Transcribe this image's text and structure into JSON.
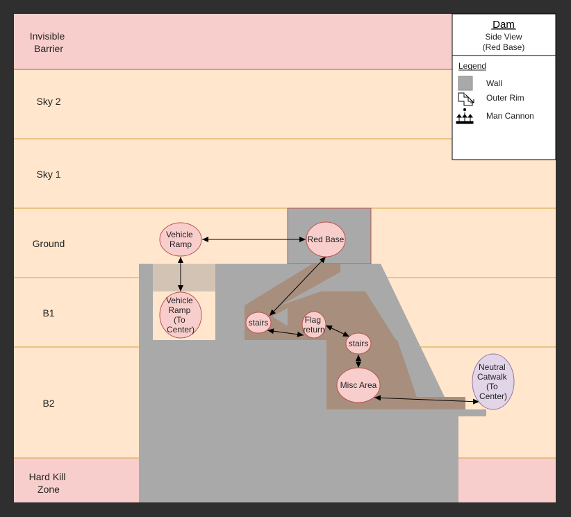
{
  "bands": [
    {
      "id": "invisible-barrier",
      "label_lines": [
        "Invisible",
        "Barrier"
      ],
      "color": "#f8cecc"
    },
    {
      "id": "sky-2",
      "label_lines": [
        "Sky 2"
      ],
      "color": "#ffe6cc"
    },
    {
      "id": "sky-1",
      "label_lines": [
        "Sky 1"
      ],
      "color": "#ffe6cc"
    },
    {
      "id": "ground",
      "label_lines": [
        "Ground"
      ],
      "color": "#ffe6cc"
    },
    {
      "id": "b1",
      "label_lines": [
        "B1"
      ],
      "color": "#ffe6cc"
    },
    {
      "id": "b2",
      "label_lines": [
        "B2"
      ],
      "color": "#ffe6cc"
    },
    {
      "id": "hard-kill-zone",
      "label_lines": [
        "Hard Kill",
        "Zone"
      ],
      "color": "#f8cecc"
    }
  ],
  "title_box": {
    "title": "Dam",
    "subtitle": "Side View",
    "team": "(Red Base)"
  },
  "legend": {
    "heading": "Legend",
    "items": [
      {
        "label": "Wall",
        "icon": "wall-swatch-icon"
      },
      {
        "label": "Outer Rim",
        "icon": "outer-rim-stairs-icon"
      },
      {
        "label": "Man Cannon",
        "icon": "man-cannon-icon"
      }
    ]
  },
  "nodes": [
    {
      "id": "vehicle-ramp",
      "label_lines": [
        "Vehicle",
        "Ramp"
      ],
      "type": "red"
    },
    {
      "id": "red-base",
      "label_lines": [
        "Red Base"
      ],
      "type": "red"
    },
    {
      "id": "vehicle-ramp-center",
      "label_lines": [
        "Vehicle",
        "Ramp",
        "(To",
        "Center)"
      ],
      "type": "red"
    },
    {
      "id": "stairs-left",
      "label_lines": [
        "stairs"
      ],
      "type": "red"
    },
    {
      "id": "flag-return",
      "label_lines": [
        "Flag",
        "return"
      ],
      "type": "red"
    },
    {
      "id": "stairs-right",
      "label_lines": [
        "stairs"
      ],
      "type": "red"
    },
    {
      "id": "misc-area",
      "label_lines": [
        "Misc Area"
      ],
      "type": "red"
    },
    {
      "id": "neutral-catwalk",
      "label_lines": [
        "Neutral",
        "Catwalk",
        "(To",
        "Center)"
      ],
      "type": "neutral"
    }
  ],
  "edges": [
    {
      "from": "vehicle-ramp",
      "to": "red-base",
      "bidirectional": true
    },
    {
      "from": "vehicle-ramp",
      "to": "vehicle-ramp-center",
      "bidirectional": true
    },
    {
      "from": "red-base",
      "to": "stairs-left",
      "bidirectional": true
    },
    {
      "from": "stairs-left",
      "to": "flag-return",
      "bidirectional": true
    },
    {
      "from": "flag-return",
      "to": "stairs-right",
      "bidirectional": true
    },
    {
      "from": "stairs-right",
      "to": "misc-area",
      "bidirectional": true
    },
    {
      "from": "misc-area",
      "to": "neutral-catwalk",
      "bidirectional": true
    }
  ],
  "colors": {
    "frame": "#2f2f2f",
    "band_divider": "#d6a33a",
    "wall_gray": "#a9a9a9",
    "brown_area": "#a88e7c",
    "light_brown": "#d3c3b5",
    "red_node_fill": "#f8cecc",
    "red_node_stroke": "#b85450",
    "neutral_node_fill": "#e1d5e7",
    "neutral_node_stroke": "#9673a6"
  }
}
